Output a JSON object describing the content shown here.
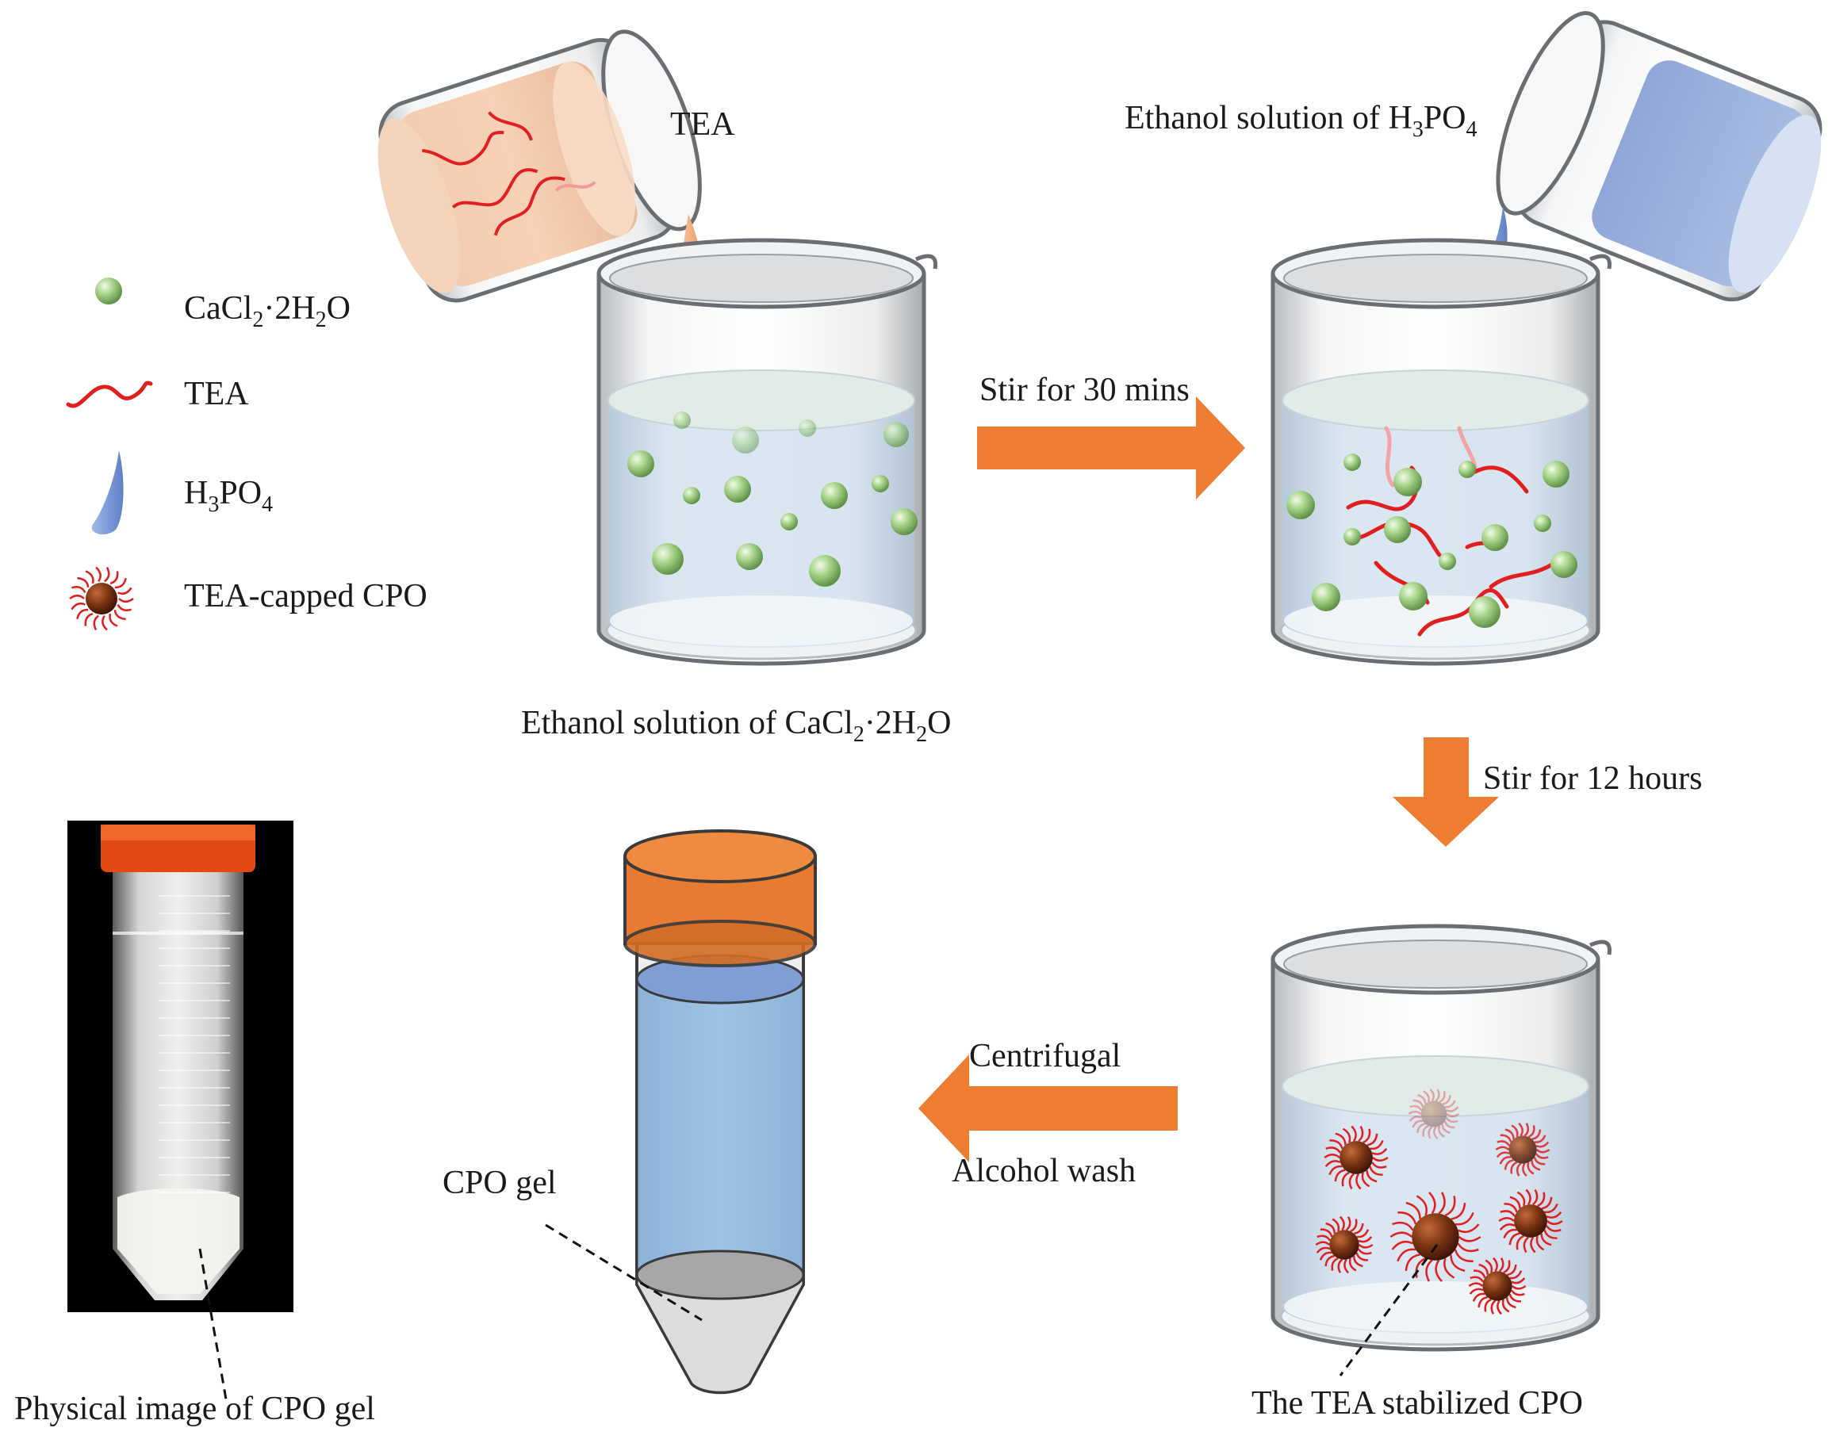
{
  "legend": {
    "items": [
      {
        "name": "calcium-chloride-particle",
        "parts": [
          [
            "CaCl",
            ""
          ],
          [
            "2",
            "sub"
          ],
          [
            "·2H",
            ""
          ],
          [
            "2",
            "sub"
          ],
          [
            "O",
            ""
          ]
        ]
      },
      {
        "name": "tea-strand",
        "parts": [
          [
            "TEA",
            ""
          ]
        ]
      },
      {
        "name": "phosphoric-acid-drop",
        "parts": [
          [
            "H",
            ""
          ],
          [
            "3",
            "sub"
          ],
          [
            "PO",
            ""
          ],
          [
            "4",
            "sub"
          ]
        ]
      },
      {
        "name": "tea-capped-cpo",
        "parts": [
          [
            "TEA-capped CPO",
            ""
          ]
        ]
      }
    ]
  },
  "labels": {
    "tea_pour": [
      [
        "TEA",
        ""
      ]
    ],
    "h3po4_pour": [
      [
        "Ethanol solution of H",
        ""
      ],
      [
        "3",
        "sub"
      ],
      [
        "PO",
        ""
      ],
      [
        "4",
        "sub"
      ]
    ],
    "beaker1_caption": [
      [
        "Ethanol solution of CaCl",
        ""
      ],
      [
        "2",
        "sub"
      ],
      [
        "·2H",
        ""
      ],
      [
        "2",
        "sub"
      ],
      [
        "O",
        ""
      ]
    ],
    "beaker3_caption": [
      [
        "The TEA stabilized CPO",
        ""
      ]
    ],
    "photo_caption": [
      [
        "Physical image of CPO gel",
        ""
      ]
    ],
    "gel_label": [
      [
        "CPO gel",
        ""
      ]
    ]
  },
  "arrows": {
    "stir_30": "Stir for 30 mins",
    "stir_12": "Stir for 12 hours",
    "centrifugal": "Centrifugal",
    "alcohol_wash": "Alcohol wash"
  },
  "colors": {
    "arrow": "#ee7d31",
    "particle": "#a8d48a",
    "tea": "#e02020",
    "h3po4": "#7f9fd8",
    "cpo": "#7a3412",
    "solution": "#cfe0ee",
    "tube_cap": "#e77c30",
    "tube_liquid": "#9bbfe0",
    "gel": "#a9a6a8"
  }
}
